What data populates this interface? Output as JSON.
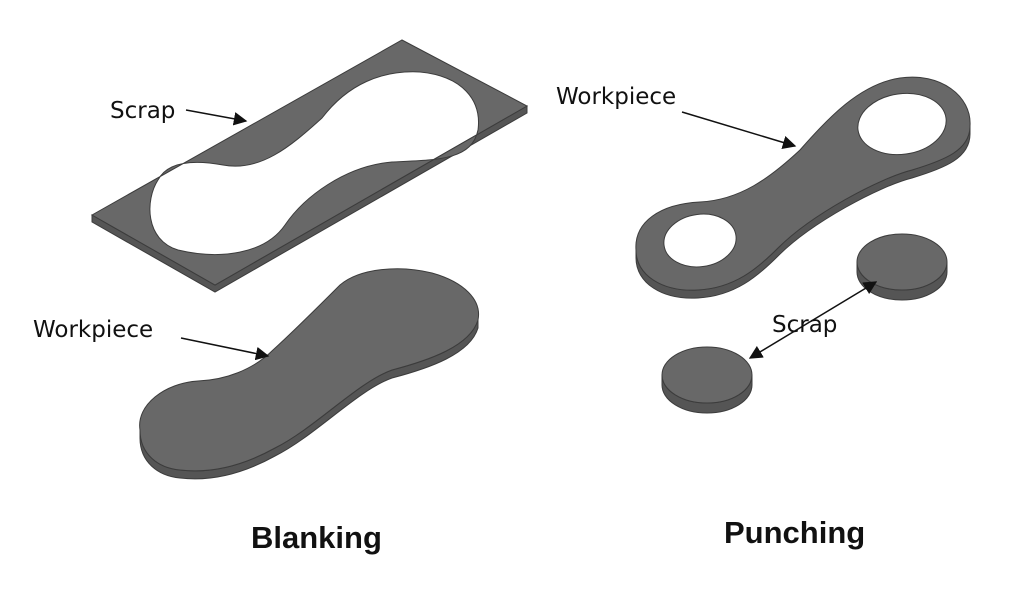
{
  "colors": {
    "part_fill": "#686868",
    "part_edge": "#3c3c3c",
    "part_side": "#555555",
    "background": "#ffffff",
    "text": "#111111"
  },
  "blanking": {
    "scrap_label": "Scrap",
    "workpiece_label": "Workpiece",
    "caption": "Blanking"
  },
  "punching": {
    "workpiece_label": "Workpiece",
    "scrap_label": "Scrap",
    "caption": "Punching"
  }
}
